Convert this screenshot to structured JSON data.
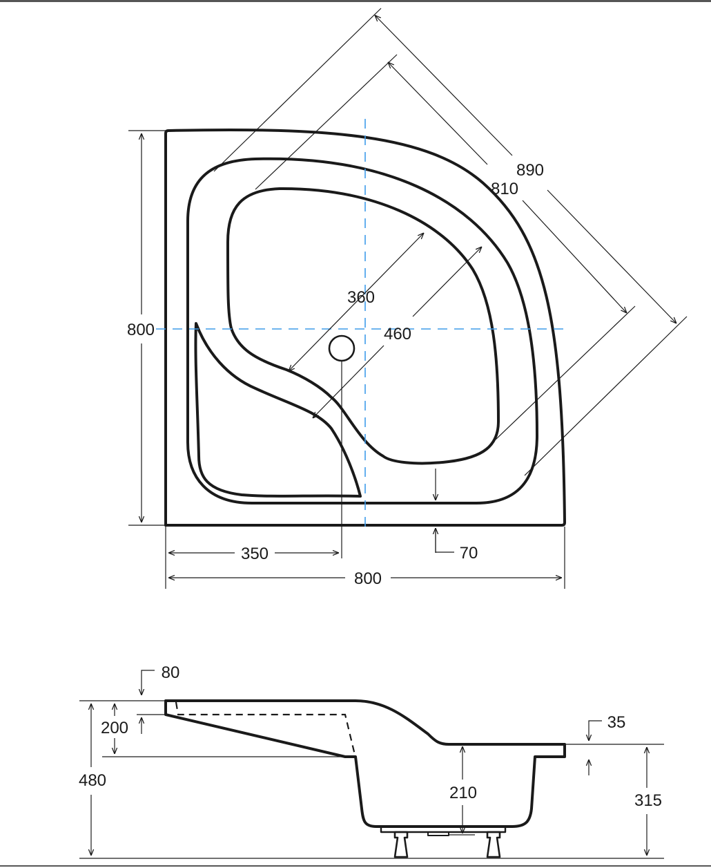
{
  "top_view": {
    "dim_height": "800",
    "dim_width": "800",
    "dim_drain_offset": "350",
    "dim_rim": "70",
    "dim_inner_radius": "360",
    "dim_outer_radius": "460",
    "dim_diag_inner": "810",
    "dim_diag_outer": "890"
  },
  "side_view": {
    "dim_total_height": "480",
    "dim_seat_height": "200",
    "dim_top_rim": "80",
    "dim_basin_depth": "210",
    "dim_right_height": "315",
    "dim_right_rim": "35"
  },
  "colors": {
    "line": "#1a1a1a",
    "center_axis": "#3d9be9"
  }
}
